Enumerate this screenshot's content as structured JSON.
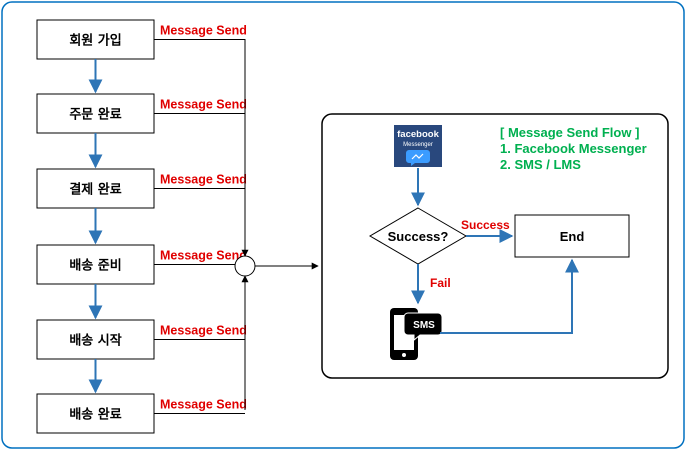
{
  "steps": [
    "회원 가입",
    "주문 완료",
    "결제 완료",
    "배송 준비",
    "배송 시작",
    "배송 완료"
  ],
  "message_label": "Message Send",
  "flow": {
    "legend_title": "[ Message Send Flow ]",
    "legend_items": [
      "1. Facebook Messenger",
      "2. SMS / LMS"
    ],
    "decision": "Success?",
    "end": "End",
    "success_label": "Success",
    "fail_label": "Fail",
    "messenger_icon_text": "facebook",
    "messenger_icon_subtext": "Messenger",
    "sms_icon_text": "SMS"
  },
  "colors": {
    "frame_border": "#0070c0",
    "flow_arrow": "#2e75b6",
    "message_text": "#e00000",
    "legend_text": "#00b050",
    "line": "#000000"
  }
}
